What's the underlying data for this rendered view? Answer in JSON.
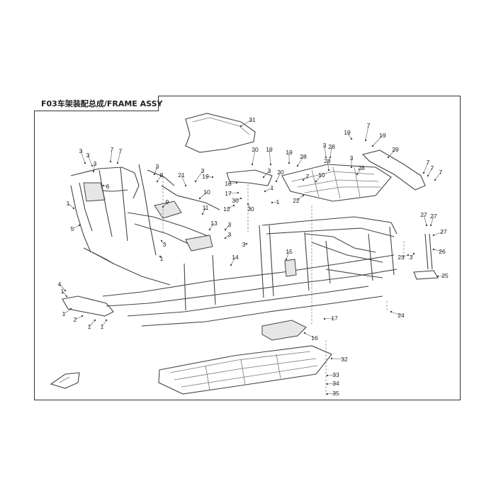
{
  "title": "F03车架装配总成/FRAME ASSY",
  "callouts": [
    "1",
    "2",
    "3",
    "4",
    "5",
    "6",
    "7",
    "8",
    "9",
    "10",
    "11",
    "12",
    "13",
    "14",
    "15",
    "16",
    "17",
    "18",
    "19",
    "20",
    "21",
    "22",
    "23",
    "24",
    "25",
    "26",
    "27",
    "28",
    "29",
    "30",
    "31",
    "32",
    "33",
    "34",
    "35"
  ]
}
